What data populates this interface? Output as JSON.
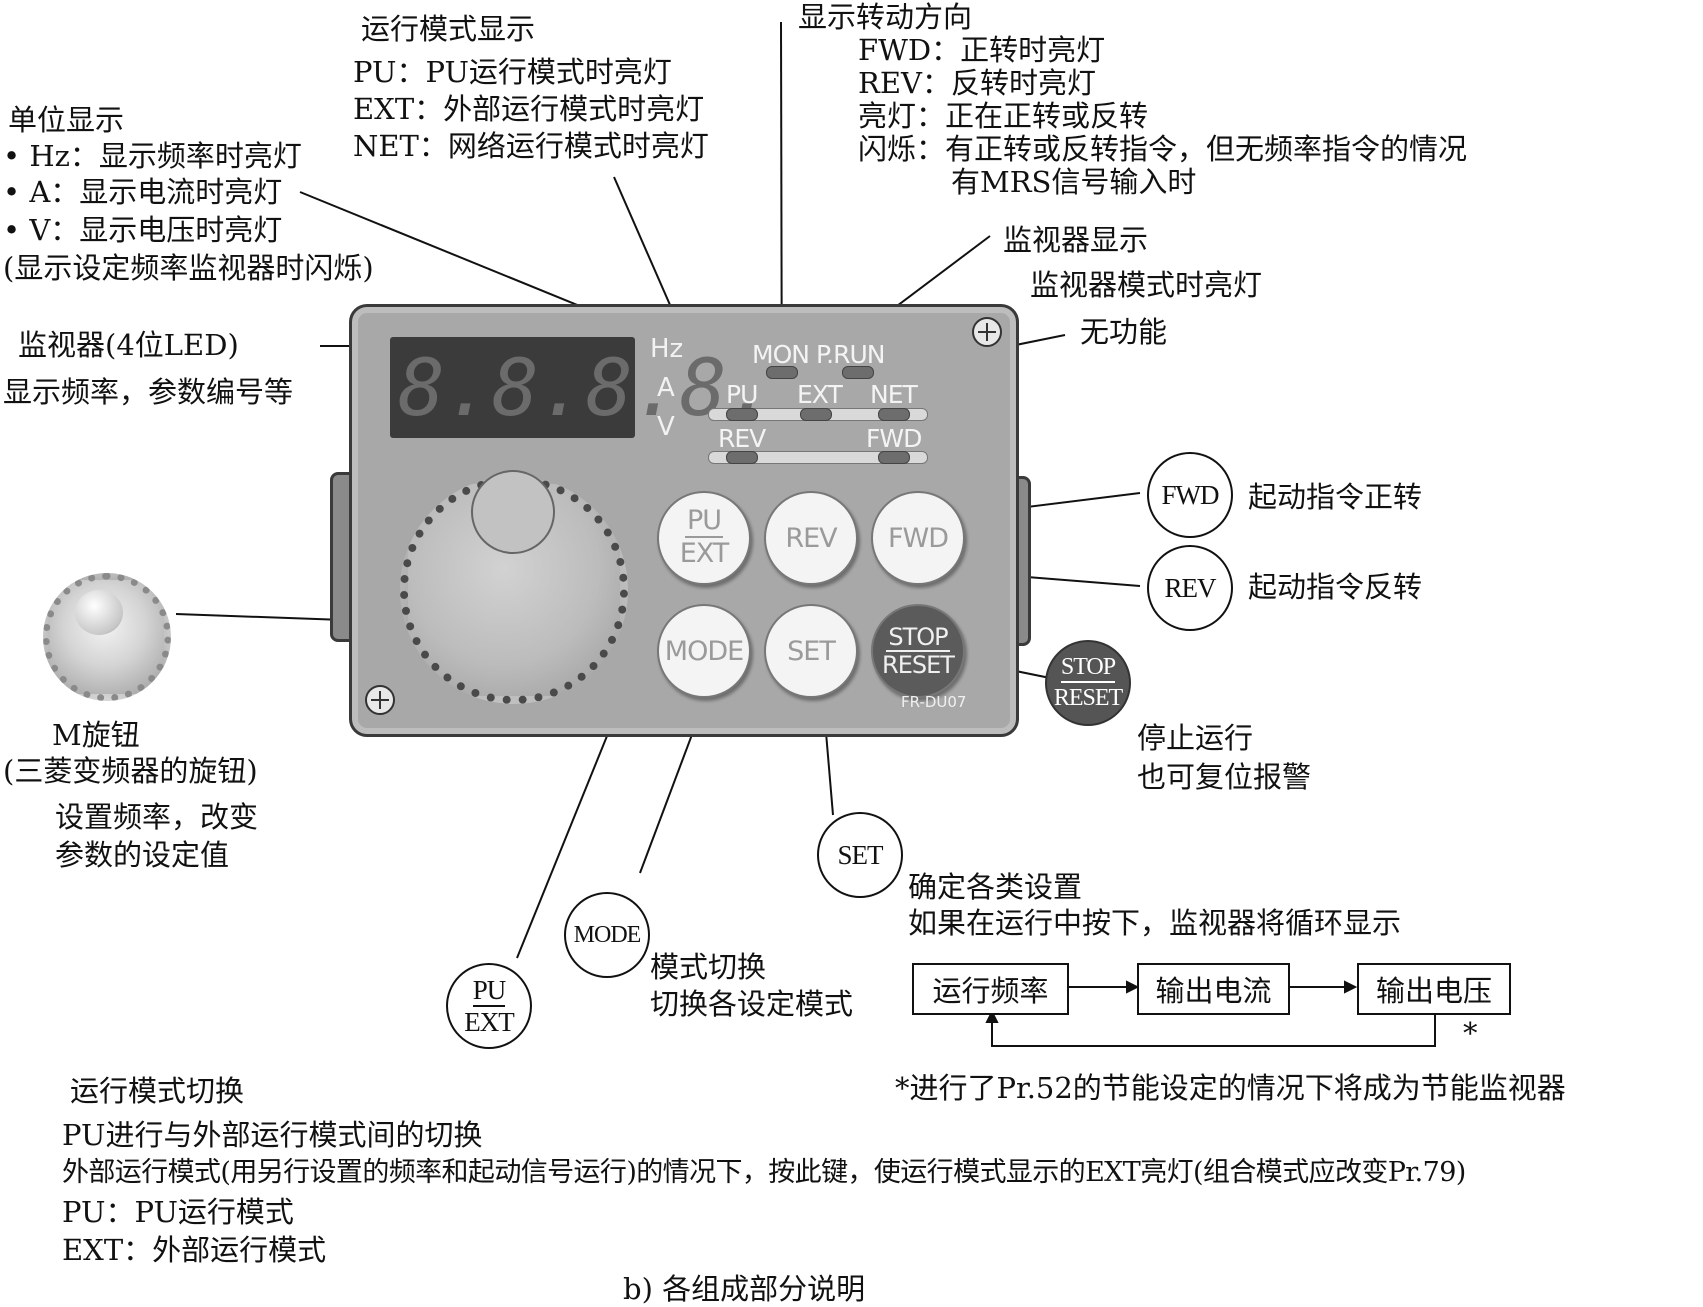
{
  "annotations": {
    "mode_display": {
      "title": "运行模式显示",
      "lines": [
        "PU：PU运行模式时亮灯",
        "EXT：外部运行模式时亮灯",
        "NET：网络运行模式时亮灯"
      ]
    },
    "direction_display": {
      "title": "显示转动方向",
      "lines": [
        "FWD：正转时亮灯",
        "REV：反转时亮灯",
        "亮灯：正在正转或反转",
        "闪烁：有正转或反转指令，但无频率指令的情况",
        "有MRS信号输入时"
      ]
    },
    "unit_display": {
      "title": "单位显示",
      "lines": [
        "• Hz：显示频率时亮灯",
        "• A：显示电流时亮灯",
        "• V：显示电压时亮灯",
        "(显示设定频率监视器时闪烁)"
      ]
    },
    "monitor_display": {
      "title": "监视器显示",
      "desc": "监视器模式时亮灯"
    },
    "no_function": "无功能",
    "monitor_led": {
      "title": "监视器(4位LED)",
      "desc": "显示频率，参数编号等"
    },
    "fwd": "起动指令正转",
    "rev": "起动指令反转",
    "stop": [
      "停止运行",
      "也可复位报警"
    ],
    "m_knob": [
      "M旋钮",
      "(三菱变频器的旋钮)",
      "设置频率，改变",
      "参数的设定值"
    ],
    "set": [
      "确定各类设置",
      "如果在运行中按下，监视器将循环显示"
    ],
    "mode": [
      "模式切换",
      "切换各设定模式"
    ],
    "pu_ext": [
      "运行模式切换",
      "PU进行与外部运行模式间的切换",
      "外部运行模式(用另行设置的频率和起动信号运行)的情况下，按此键，使运行模式显示的EXT亮灯(组合模式应改变Pr.79)",
      "PU：PU运行模式",
      "EXT：外部运行模式"
    ],
    "cycle": [
      "运行频率",
      "输出电流",
      "输出电压"
    ],
    "cycle_star": "*",
    "footnote": "*进行了Pr.52的节能设定的情况下将成为节能监视器",
    "caption": "b) 各组成部分说明"
  },
  "panel": {
    "led": "8.8.8.8.",
    "units": [
      "Hz",
      "A",
      "V"
    ],
    "lamps_row1": [
      "MON",
      "P.RUN"
    ],
    "lamps_row2": [
      "PU",
      "EXT",
      "NET"
    ],
    "lamps_row3": [
      "REV",
      "FWD"
    ],
    "buttons": {
      "pu_top": "PU",
      "pu_bot": "EXT",
      "rev": "REV",
      "fwd": "FWD",
      "mode": "MODE",
      "set": "SET",
      "stop_top": "STOP",
      "stop_bot": "RESET"
    },
    "model": "FR-DU07"
  },
  "callouts": {
    "fwd": "FWD",
    "rev": "REV",
    "stop_top": "STOP",
    "stop_bot": "RESET",
    "set": "SET",
    "mode": "MODE",
    "pu_top": "PU",
    "pu_bot": "EXT"
  }
}
